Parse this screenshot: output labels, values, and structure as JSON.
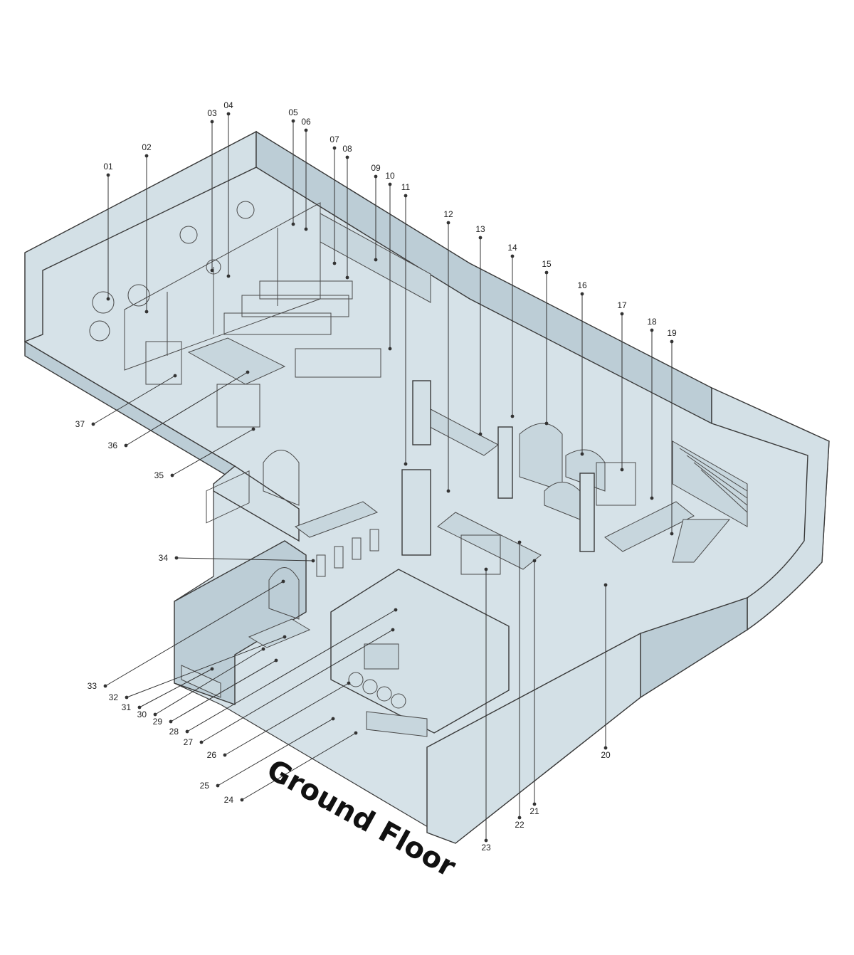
{
  "title": "Ground Floor",
  "colors": {
    "floor": "#d6e2e8",
    "wall": "#d3e0e6",
    "wall_shadow": "#bccdd6",
    "line": "#3a3a3a",
    "background": "#ffffff"
  },
  "callouts": [
    "01",
    "02",
    "03",
    "04",
    "05",
    "06",
    "07",
    "08",
    "09",
    "10",
    "11",
    "12",
    "13",
    "14",
    "15",
    "16",
    "17",
    "18",
    "19",
    "20",
    "21",
    "22",
    "23",
    "24",
    "25",
    "26",
    "27",
    "28",
    "29",
    "30",
    "31",
    "32",
    "33",
    "34",
    "35",
    "36",
    "37"
  ]
}
